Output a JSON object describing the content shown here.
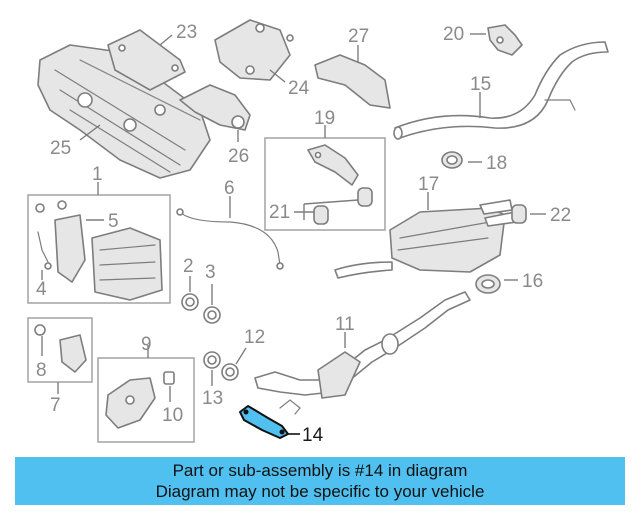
{
  "diagram": {
    "callouts": {
      "n1": "1",
      "n2": "2",
      "n3": "3",
      "n4": "4",
      "n5": "5",
      "n6": "6",
      "n7": "7",
      "n8": "8",
      "n9": "9",
      "n10": "10",
      "n11": "11",
      "n12": "12",
      "n13": "13",
      "n14": "14",
      "n15": "15",
      "n16": "16",
      "n17": "17",
      "n18": "18",
      "n19": "19",
      "n20": "20",
      "n21": "21",
      "n22": "22",
      "n23": "23",
      "n24": "24",
      "n25": "25",
      "n26": "26",
      "n27": "27"
    },
    "highlight_color": "#4fc0f0",
    "highlighted_part": "14"
  },
  "banner": {
    "line1": "Part or sub-assembly is #14 in diagram",
    "line2": "Diagram may not be specific to your vehicle",
    "color": "#4fc0f0"
  }
}
